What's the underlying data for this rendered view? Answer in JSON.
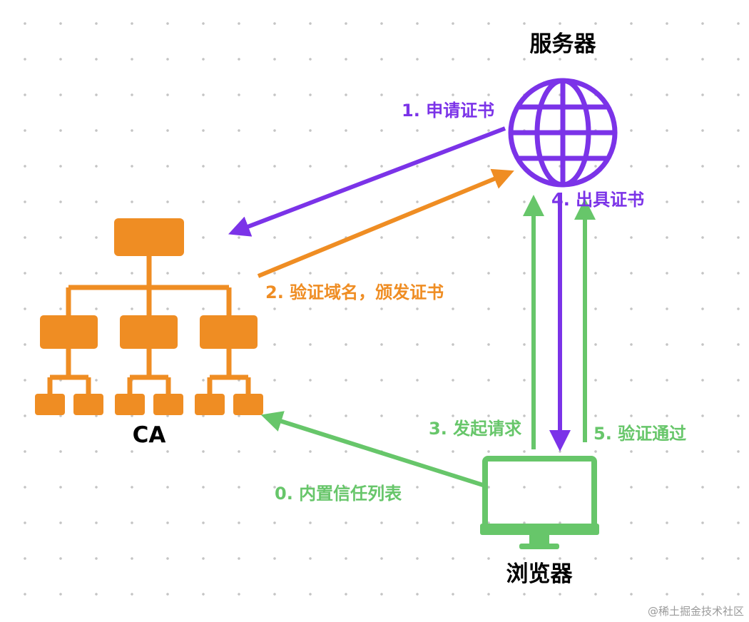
{
  "nodes": {
    "server": {
      "label": "服务器"
    },
    "ca": {
      "label": "CA"
    },
    "browser": {
      "label": "浏览器"
    }
  },
  "steps": {
    "step0": {
      "label": "0. 内置信任列表",
      "color": "#67c66a"
    },
    "step1": {
      "label": "1. 申请证书",
      "color": "#7b33e8"
    },
    "step2": {
      "label": "2. 验证域名，颁发证书",
      "color": "#ef8d23"
    },
    "step3": {
      "label": "3. 发起请求",
      "color": "#67c66a"
    },
    "step4": {
      "label": "4. 出具证书",
      "color": "#7b33e8"
    },
    "step5": {
      "label": "5. 验证通过",
      "color": "#67c66a"
    }
  },
  "colors": {
    "server": "#7b33e8",
    "ca": "#ef8d23",
    "browser": "#67c66a"
  },
  "icons": {
    "server": "globe-icon",
    "ca": "hierarchy-icon",
    "browser": "monitor-icon"
  },
  "watermark": "@稀土掘金技术社区"
}
